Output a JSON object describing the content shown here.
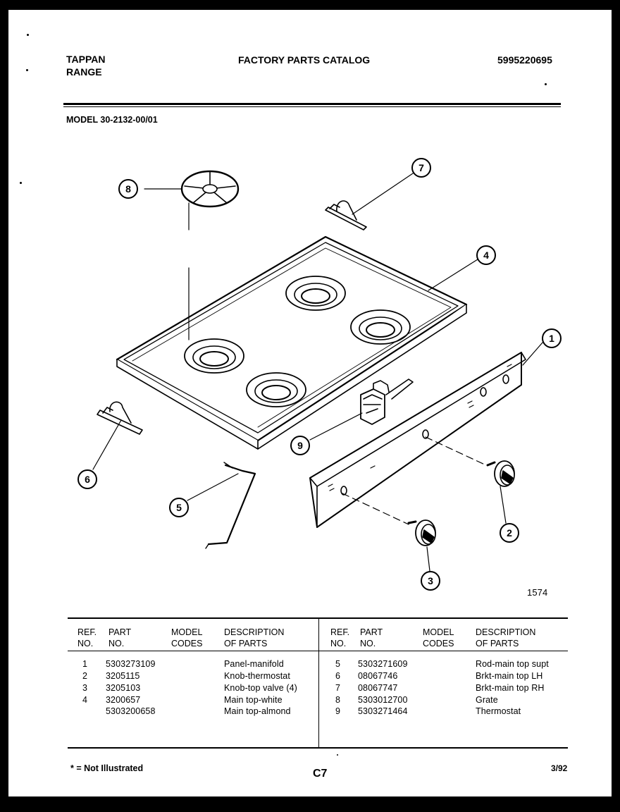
{
  "header": {
    "brand_line1": "TAPPAN",
    "brand_line2": "RANGE",
    "catalog_title": "FACTORY PARTS CATALOG",
    "catalog_number": "5995220695",
    "model": "MODEL 30-2132-00/01"
  },
  "diagram": {
    "drawing_number": "1574",
    "callouts": [
      "1",
      "2",
      "3",
      "4",
      "5",
      "6",
      "7",
      "8",
      "9"
    ]
  },
  "parts_table": {
    "headers": {
      "ref": [
        "REF.",
        "NO."
      ],
      "part": [
        "PART",
        "NO."
      ],
      "codes": [
        "MODEL",
        "CODES"
      ],
      "desc": [
        "DESCRIPTION",
        "OF PARTS"
      ]
    },
    "left_rows": [
      {
        "ref": "1",
        "part": "5303273109",
        "codes": "",
        "desc": "Panel-manifold"
      },
      {
        "ref": "2",
        "part": "3205115",
        "codes": "",
        "desc": "Knob-thermostat"
      },
      {
        "ref": "3",
        "part": "3205103",
        "codes": "",
        "desc": "Knob-top valve (4)"
      },
      {
        "ref": "4",
        "part": "3200657",
        "codes": "",
        "desc": "Main top-white"
      },
      {
        "ref": "",
        "part": "5303200658",
        "codes": "",
        "desc": "Main top-almond"
      }
    ],
    "right_rows": [
      {
        "ref": "5",
        "part": "5303271609",
        "codes": "",
        "desc": "Rod-main top supt"
      },
      {
        "ref": "6",
        "part": "08067746",
        "codes": "",
        "desc": "Brkt-main top LH"
      },
      {
        "ref": "7",
        "part": "08067747",
        "codes": "",
        "desc": "Brkt-main top RH"
      },
      {
        "ref": "8",
        "part": "5303012700",
        "codes": "",
        "desc": "Grate"
      },
      {
        "ref": "9",
        "part": "5303271464",
        "codes": "",
        "desc": "Thermostat"
      }
    ]
  },
  "footer": {
    "note": "* = Not Illustrated",
    "page_code": "C7",
    "date": "3/92"
  }
}
